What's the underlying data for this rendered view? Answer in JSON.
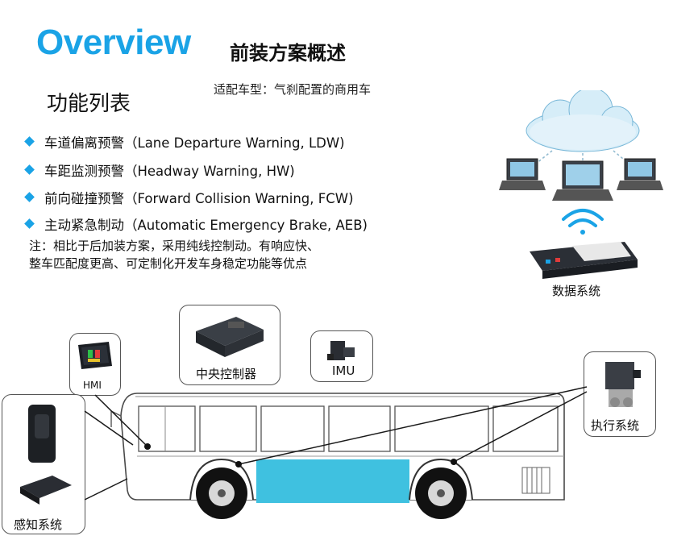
{
  "header": {
    "title_en": "Overview",
    "title_cn": "前装方案概述"
  },
  "section": {
    "title": "功能列表",
    "fit_note": "适配车型：气刹配置的商用车"
  },
  "features": [
    "车道偏离预警（Lane Departure Warning, LDW)",
    "车距监测预警（Headway Warning, HW)",
    "前向碰撞预警（Forward Collision Warning, FCW)",
    "主动紧急制动（Automatic Emergency Brake, AEB)"
  ],
  "note": {
    "line1": "注：相比于后加装方案，采用纯线控制动。有响应快、",
    "line2": "整车匹配度更高、可定制化开发车身稳定功能等优点"
  },
  "components": {
    "data_system": "数据系统",
    "controller": "中央控制器",
    "imu": "IMU",
    "hmi": "HMI",
    "actuator": "执行系统",
    "perception": "感知系统"
  },
  "colors": {
    "accent": "#1aa3e6",
    "bus_panel": "#3fc1e0"
  }
}
